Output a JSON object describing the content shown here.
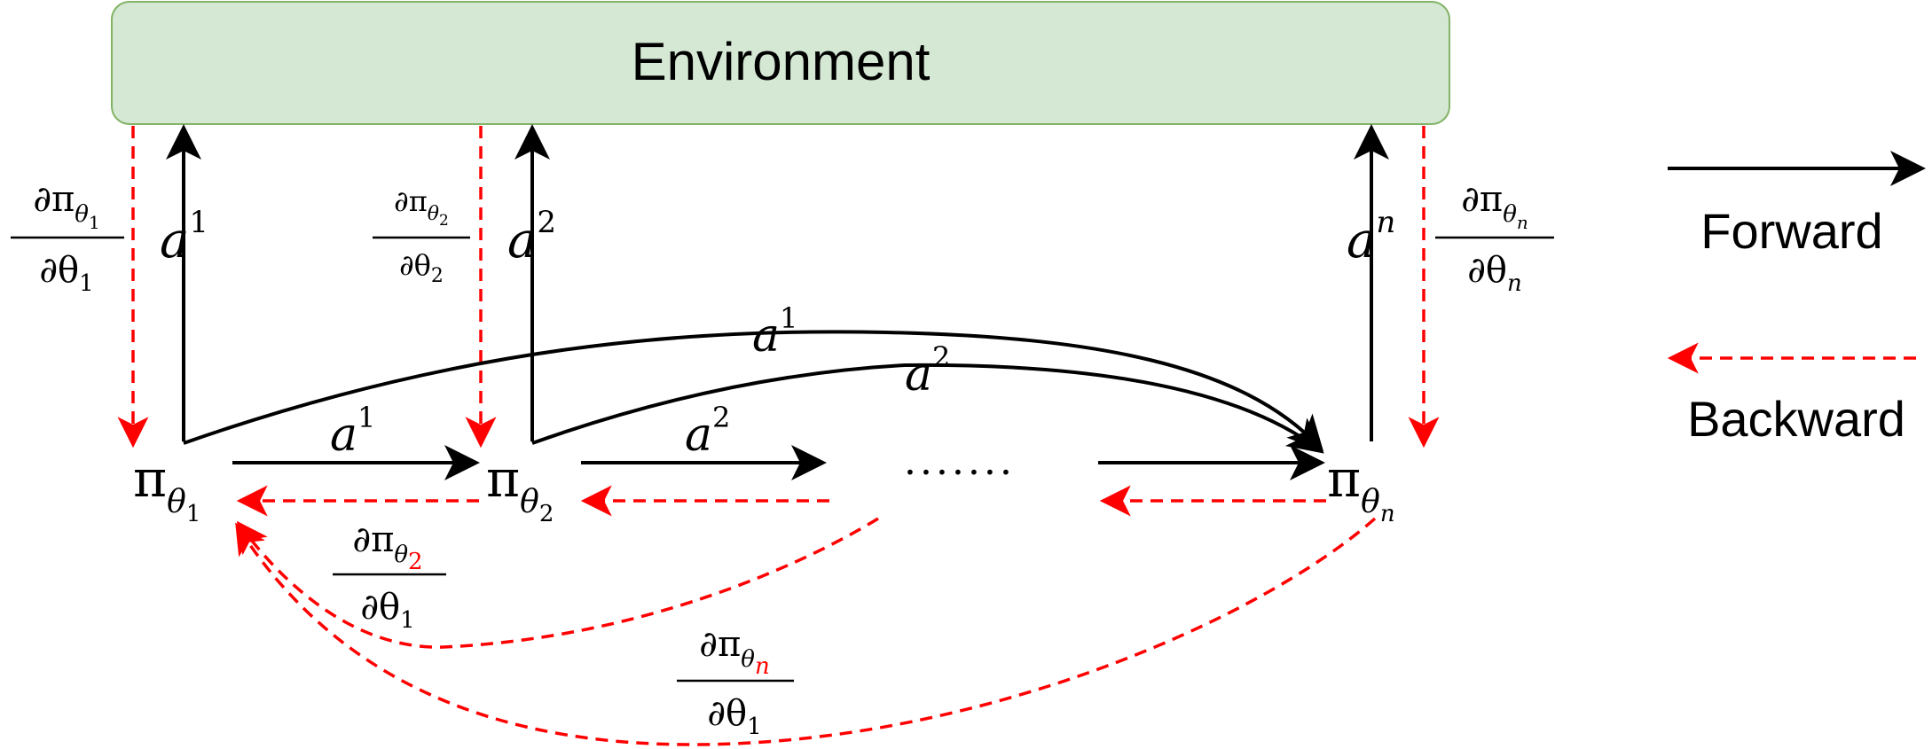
{
  "environment": {
    "label": "Environment"
  },
  "policies": [
    {
      "symbol": "π",
      "sub": "θ",
      "index": "1"
    },
    {
      "symbol": "π",
      "sub": "θ",
      "index": "2"
    },
    {
      "symbol": "π",
      "sub": "θ",
      "index": "n"
    }
  ],
  "actions_up": [
    {
      "base": "a",
      "sup": "1"
    },
    {
      "base": "a",
      "sup": "2"
    },
    {
      "base": "a",
      "sup": "n"
    }
  ],
  "env_gradients": [
    {
      "num": "∂π",
      "num_sub": "θ",
      "num_idx": "1",
      "den": "∂θ",
      "den_idx": "1"
    },
    {
      "num": "∂π",
      "num_sub": "θ",
      "num_idx": "2",
      "den": "∂θ",
      "den_idx": "2"
    },
    {
      "num": "∂π",
      "num_sub": "θ",
      "num_idx": "n",
      "den": "∂θ",
      "den_idx": "n"
    }
  ],
  "flow_actions": [
    {
      "base": "a",
      "sup": "1"
    },
    {
      "base": "a",
      "sup": "2"
    },
    {
      "base": "a",
      "sup": "1"
    },
    {
      "base": "a",
      "sup": "2"
    }
  ],
  "ellipsis": "·······",
  "chain_gradients": [
    {
      "num": "∂π",
      "num_sub": "θ",
      "num_idx": "2",
      "den": "∂θ",
      "den_idx": "1"
    },
    {
      "num": "∂π",
      "num_sub": "θ",
      "num_idx": "n",
      "den": "∂θ",
      "den_idx": "1"
    }
  ],
  "legend": {
    "forward": "Forward",
    "backward": "Backward"
  },
  "colors": {
    "environment_fill": "#d5e8d4",
    "environment_stroke": "#82b366",
    "forward": "#000000",
    "backward": "#ff0000"
  }
}
